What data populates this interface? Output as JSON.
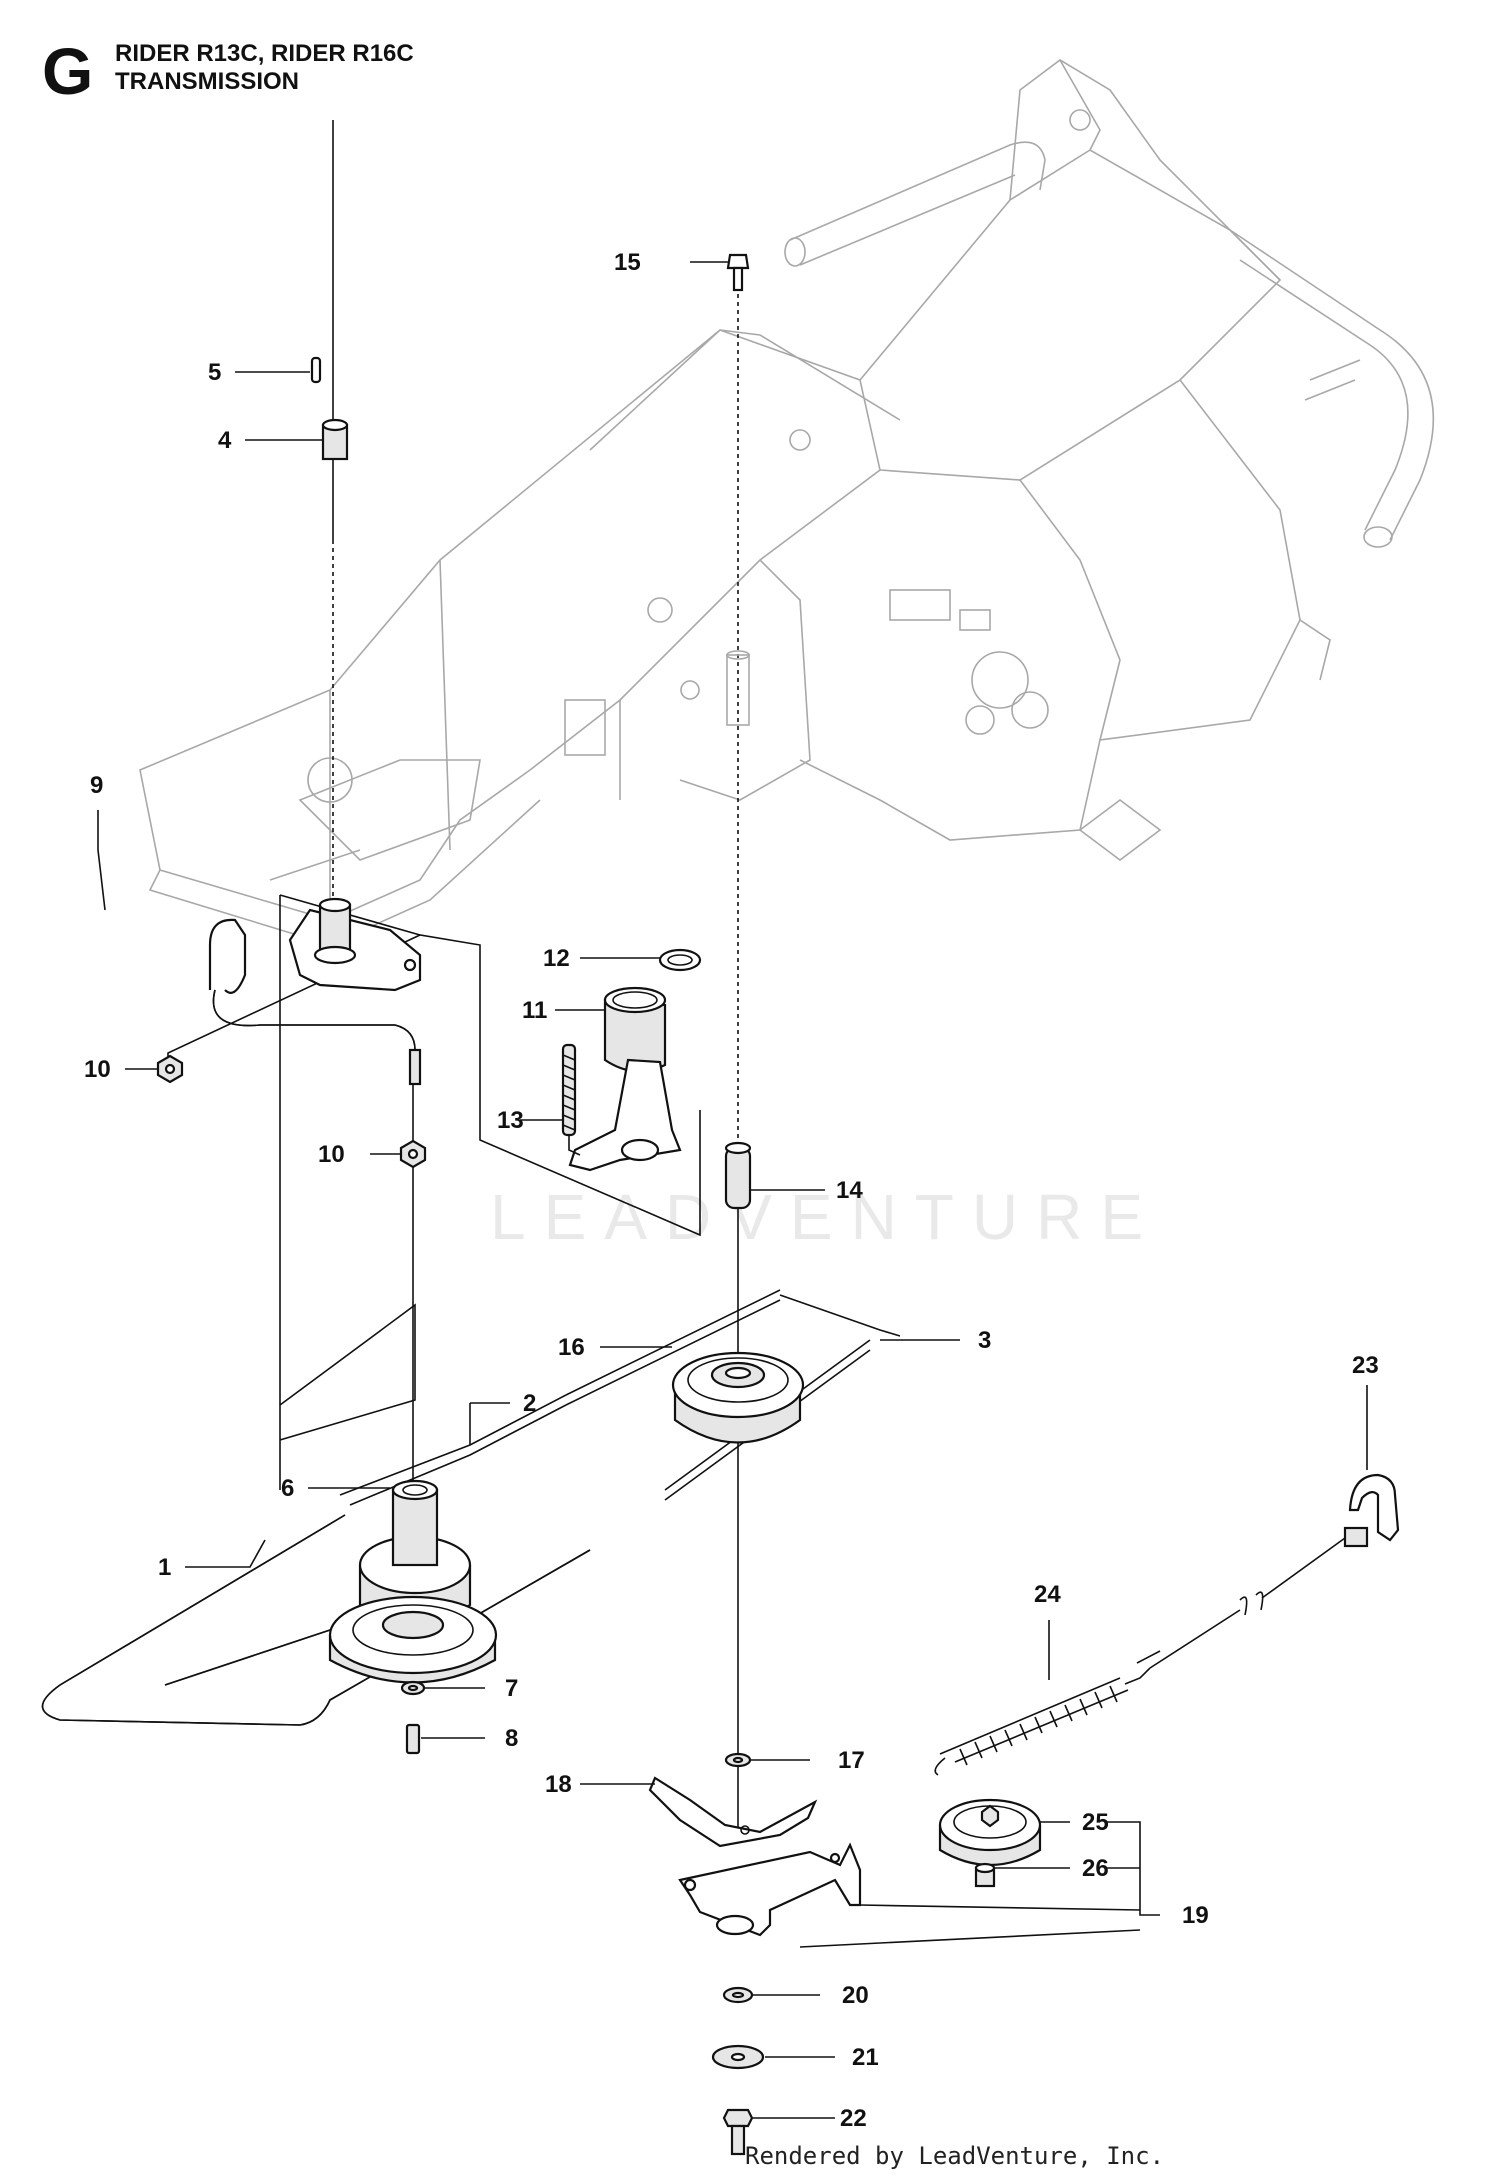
{
  "header": {
    "section_letter": "G",
    "title_line1": "RIDER R13C, RIDER R16C",
    "title_line2": "TRANSMISSION"
  },
  "footer": {
    "rendered_by": "Rendered by LeadVenture, Inc."
  },
  "watermark": {
    "text": "LEADVENTURE"
  },
  "callouts": {
    "c1": "1",
    "c2": "2",
    "c3": "3",
    "c4": "4",
    "c5": "5",
    "c6": "6",
    "c7": "7",
    "c8": "8",
    "c9": "9",
    "c10a": "10",
    "c10b": "10",
    "c11": "11",
    "c12": "12",
    "c13": "13",
    "c14": "14",
    "c15": "15",
    "c16": "16",
    "c17": "17",
    "c18": "18",
    "c19": "19",
    "c20": "20",
    "c21": "21",
    "c22": "22",
    "c23": "23",
    "c24": "24",
    "c25": "25",
    "c26": "26"
  }
}
